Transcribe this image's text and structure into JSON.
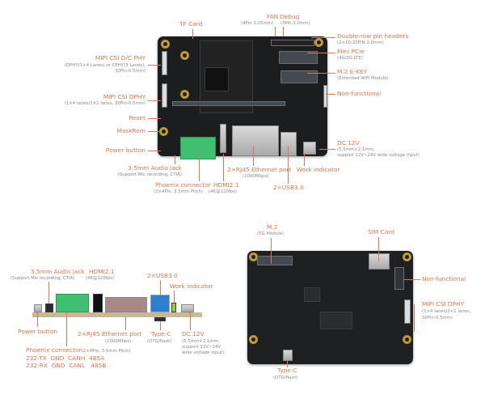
{
  "accent_color": "#e0774d",
  "top_view": {
    "tf_card": "TF Card",
    "fan": {
      "title": "FAN",
      "sub": "(4Pin-1.25mm)"
    },
    "debug": {
      "title": "Debug",
      "sub": "(3Pin-2.0mm)"
    },
    "pin_headers": {
      "title": "Double-row pin headers",
      "sub": "(2×10-20PIN-2.0mm)"
    },
    "mini_pcie": {
      "title": "Mini PCIe",
      "sub": "(4G/3G LTE)"
    },
    "m2_ekey": {
      "title": "M.2 E-KEY",
      "sub": "(Extended WiFi Module)"
    },
    "non_functional": "Non-functional",
    "dc12v": {
      "title": "DC 12V",
      "sub1": "(5.5mm×2.1mm,",
      "sub2": "support 12V~24V wide voltage input)"
    },
    "work_indicator": "Work indicator",
    "rj45": {
      "title": "2×RJ45 Ethernet port",
      "sub": "(1000Mbps)"
    },
    "usb": "2×USB3.0",
    "csi_dc": {
      "title": "MIPI CSI D/C PHY",
      "sub1": "(DPHY(1×4 Lanes) or CPHY(3 Lanes),",
      "sub2": "30Pin-0.5mm)"
    },
    "csi_d": {
      "title": "MIPI CSI DPHY",
      "sub": "(1×4 lanes/2×2 lanes, 30Pin-0.5mm)"
    },
    "reset": "Reset",
    "maskrom": "MaskRom",
    "power": "Power button",
    "audio": {
      "title": "3.5mm Audio jack",
      "sub": "(Support Mic recording, CTIA)"
    },
    "phoenix": {
      "title": "Phoenix connector",
      "sub": "(2×4Pin, 3.5mm Pitch)"
    },
    "hdmi": {
      "title": "HDMI2.1",
      "sub": "(4K@120fps)"
    }
  },
  "front_view": {
    "audio": {
      "title": "3.5mm Audio jack",
      "sub": "(Support Mic recording, CTIA)"
    },
    "hdmi": {
      "title": "HDMI2.1",
      "sub": "(4K@120fps)"
    },
    "usb": "2×USB3.0",
    "work_indicator": "Work indicator",
    "power": "Power button",
    "rj45": {
      "title": "2×RJ45 Ethernet port",
      "sub": "(1000Mbps)"
    },
    "typec": {
      "title": "Type-C",
      "sub": "(OTG/flash)"
    },
    "dc12v": {
      "title": "DC 12V",
      "sub1": "(5.5mm×2.1mm,",
      "sub2": "support 12V~24V",
      "sub3": "wide voltage input)"
    },
    "phoenix": {
      "title": "Phoenix connector",
      "sub": "(2×4Pin, 3.5mm Pitch)",
      "row1": "232-TX  GND  CANH  485A",
      "row2": "232-RX  GND  CANL   485B"
    }
  },
  "bottom_view": {
    "m2": {
      "title": "M.2",
      "sub": "(5G Module)"
    },
    "sim": "SIM Card",
    "non_functional": "Non-functional",
    "csi": {
      "title": "MIPI CSI DPHY",
      "sub1": "(1×4 lanes/2×2 lanes,",
      "sub2": "30Pin-0.5mm)"
    },
    "typec": {
      "title": "Type-C",
      "sub": "(OTG/flash)"
    }
  }
}
